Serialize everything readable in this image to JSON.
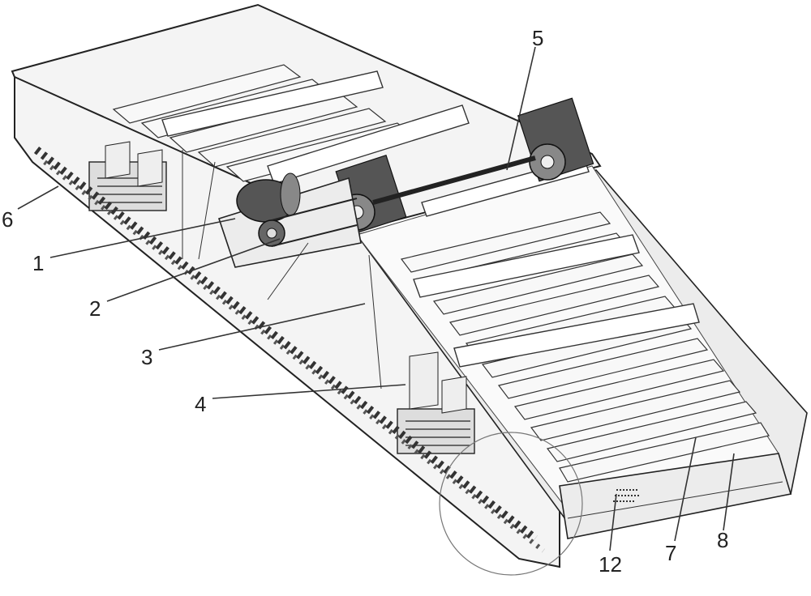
{
  "diagram": {
    "labels": [
      {
        "id": "label-6",
        "text": "6"
      },
      {
        "id": "label-1",
        "text": "1"
      },
      {
        "id": "label-2",
        "text": "2"
      },
      {
        "id": "label-3",
        "text": "3"
      },
      {
        "id": "label-4",
        "text": "4"
      },
      {
        "id": "label-5",
        "text": "5"
      },
      {
        "id": "label-12",
        "text": "12"
      },
      {
        "id": "label-7",
        "text": "7"
      },
      {
        "id": "label-8",
        "text": "8"
      }
    ]
  }
}
